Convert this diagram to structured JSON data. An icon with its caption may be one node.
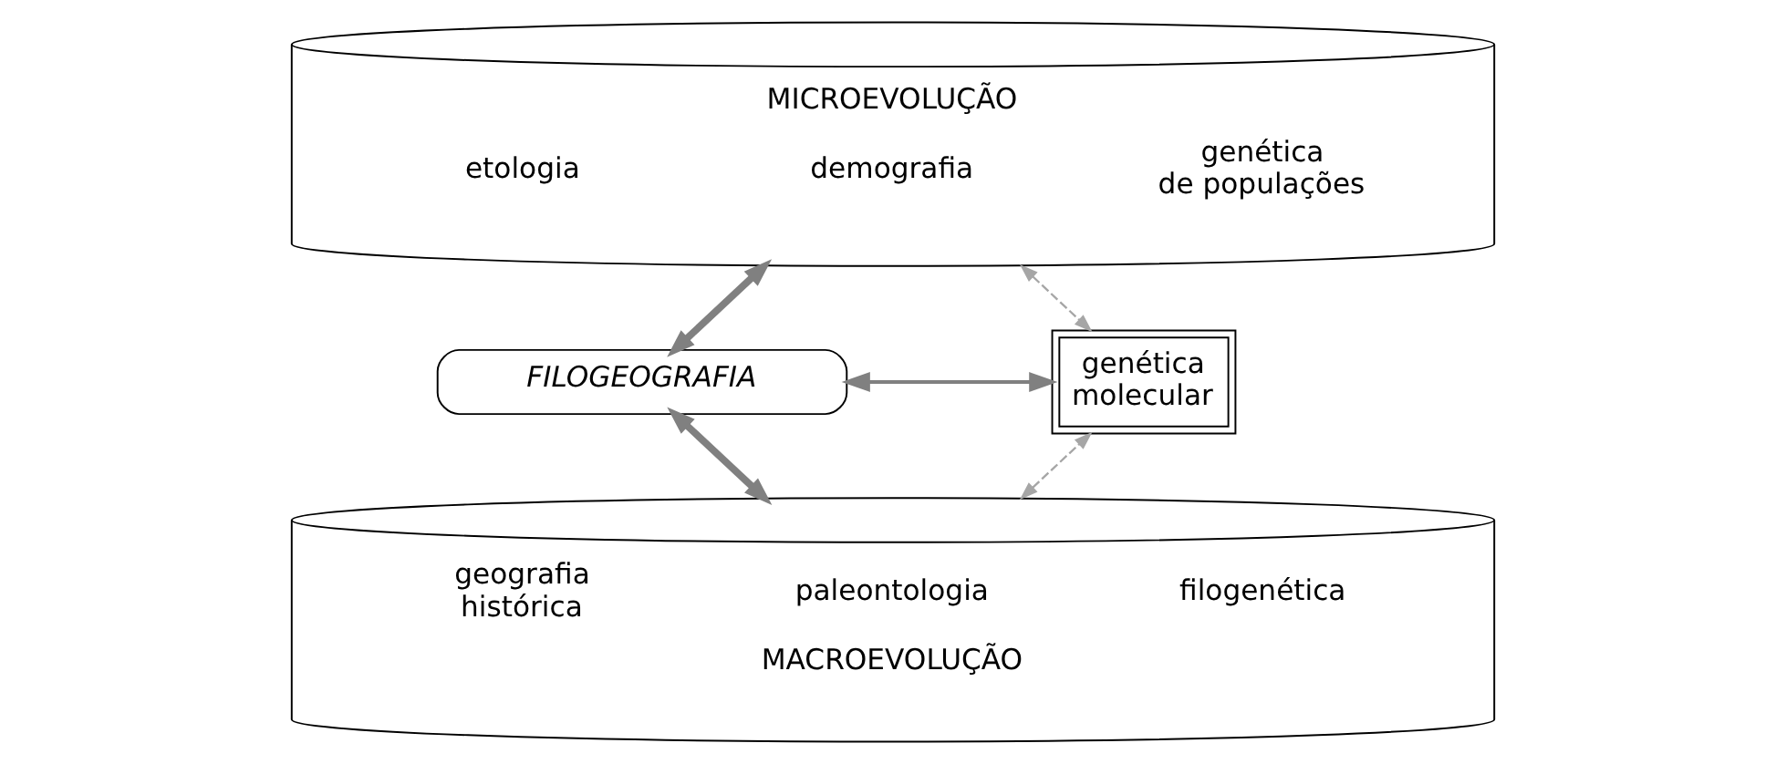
{
  "diagram": {
    "nodes": [
      {
        "text": [
          "MICROEVOLUÇÃO",
          "etologia",
          "demografia",
          "genética de populações"
        ]
      },
      {
        "text": [
          "FILOGEOGRAFIA"
        ]
      },
      {
        "text": [
          "geografia histórica",
          "paleontologia",
          "filogenética",
          "MACROEVOLUÇÃO"
        ]
      },
      {
        "text": [
          "genética molecular"
        ]
      }
    ],
    "edges": [
      {
        "from": 0,
        "to": 1,
        "arrow": "both",
        "style": "thick"
      },
      {
        "from": 1,
        "to": 2,
        "arrow": "both",
        "style": "thick"
      },
      {
        "from": 1,
        "to": 3,
        "arrow": "both"
      },
      {
        "from": 0,
        "to": 3,
        "arrow": "both",
        "style": "dashed",
        "color": "#a6a6a6"
      },
      {
        "from": 2,
        "to": 3,
        "arrow": "both",
        "style": "dashed",
        "color": "#a6a6a6"
      }
    ]
  }
}
